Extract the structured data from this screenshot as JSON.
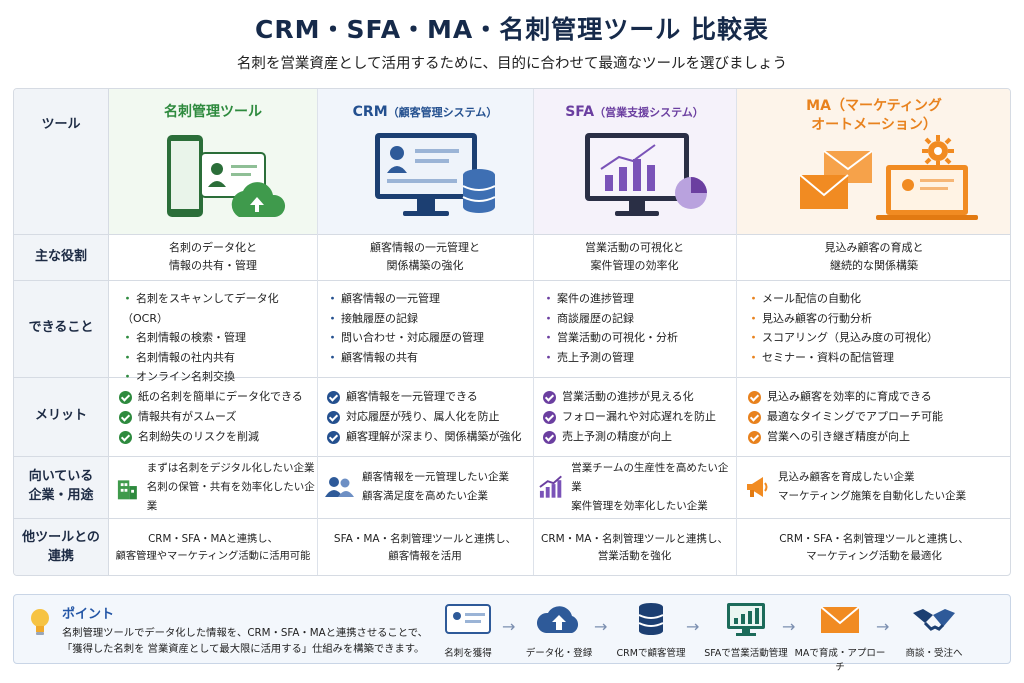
{
  "title": "CRM・SFA・MA・名刺管理ツール 比較表",
  "subtitle": "名刺を営業資産として活用するために、目的に合わせて最適なツールを選びましょう",
  "row_labels": {
    "tool": "ツール",
    "role_1": "主な役割",
    "can": "できること",
    "merit": "メリット",
    "fit_1": "向いている",
    "fit_2": "企業・用途",
    "link_1": "他ツールとの",
    "link_2": "連携"
  },
  "columns": [
    {
      "title": "名刺管理ツール",
      "title_sub": "",
      "color": "#2e8a3e",
      "role": [
        "名刺のデータ化と",
        "情報の共有・管理"
      ],
      "can": [
        "名刺をスキャンしてデータ化（OCR）",
        "名刺情報の検索・管理",
        "名刺情報の社内共有",
        "オンライン名刺交換"
      ],
      "merit": [
        "紙の名刺を簡単にデータ化できる",
        "情報共有がスムーズ",
        "名刺紛失のリスクを削減"
      ],
      "fit": [
        "まずは名刺をデジタル化したい企業",
        "名刺の保管・共有を効率化したい企業"
      ],
      "link": [
        "CRM・SFA・MAと連携し、",
        "顧客管理やマーケティング活動に活用可能"
      ]
    },
    {
      "title": "CRM",
      "title_sub": "（顧客管理システム）",
      "color": "#24508f",
      "role": [
        "顧客情報の一元管理と",
        "関係構築の強化"
      ],
      "can": [
        "顧客情報の一元管理",
        "接触履歴の記録",
        "問い合わせ・対応履歴の管理",
        "顧客情報の共有"
      ],
      "merit": [
        "顧客情報を一元管理できる",
        "対応履歴が残り、属人化を防止",
        "顧客理解が深まり、関係構築が強化"
      ],
      "fit": [
        "顧客情報を一元管理したい企業",
        "顧客満足度を高めたい企業"
      ],
      "link": [
        "SFA・MA・名刺管理ツールと連携し、",
        "顧客情報を活用"
      ]
    },
    {
      "title": "SFA",
      "title_sub": "（営業支援システム）",
      "color": "#6b3fa0",
      "role": [
        "営業活動の可視化と",
        "案件管理の効率化"
      ],
      "can": [
        "案件の進捗管理",
        "商談履歴の記録",
        "営業活動の可視化・分析",
        "売上予測の管理"
      ],
      "merit": [
        "営業活動の進捗が見える化",
        "フォロー漏れや対応遅れを防止",
        "売上予測の精度が向上"
      ],
      "fit": [
        "営業チームの生産性を高めたい企業",
        "案件管理を効率化したい企業"
      ],
      "link": [
        "CRM・MA・名刺管理ツールと連携し、",
        "営業活動を強化"
      ]
    },
    {
      "title": "MA（マーケティング",
      "title_sub": "オートメーション）",
      "color": "#e8821e",
      "role": [
        "見込み顧客の育成と",
        "継続的な関係構築"
      ],
      "can": [
        "メール配信の自動化",
        "見込み顧客の行動分析",
        "スコアリング（見込み度の可視化）",
        "セミナー・資料の配信管理"
      ],
      "merit": [
        "見込み顧客を効率的に育成できる",
        "最適なタイミングでアプローチ可能",
        "営業への引き継ぎ精度が向上"
      ],
      "fit": [
        "見込み顧客を育成したい企業",
        "マーケティング施策を自動化したい企業"
      ],
      "link": [
        "CRM・SFA・名刺管理ツールと連携し、",
        "マーケティング活動を最適化"
      ]
    }
  ],
  "point": {
    "title": "ポイント",
    "body_1": "名刺管理ツールでデータ化した情報を、CRM・SFA・MAと連携させることで、",
    "body_2": "「獲得した名刺を 営業資産として最大限に活用する」仕組みを構築できます。",
    "steps": [
      "名刺を獲得",
      "データ化・登録",
      "CRMで顧客管理",
      "SFAで営業活動管理",
      "MAで育成・アプローチ",
      "商談・受注へ"
    ],
    "arrow": "→"
  }
}
